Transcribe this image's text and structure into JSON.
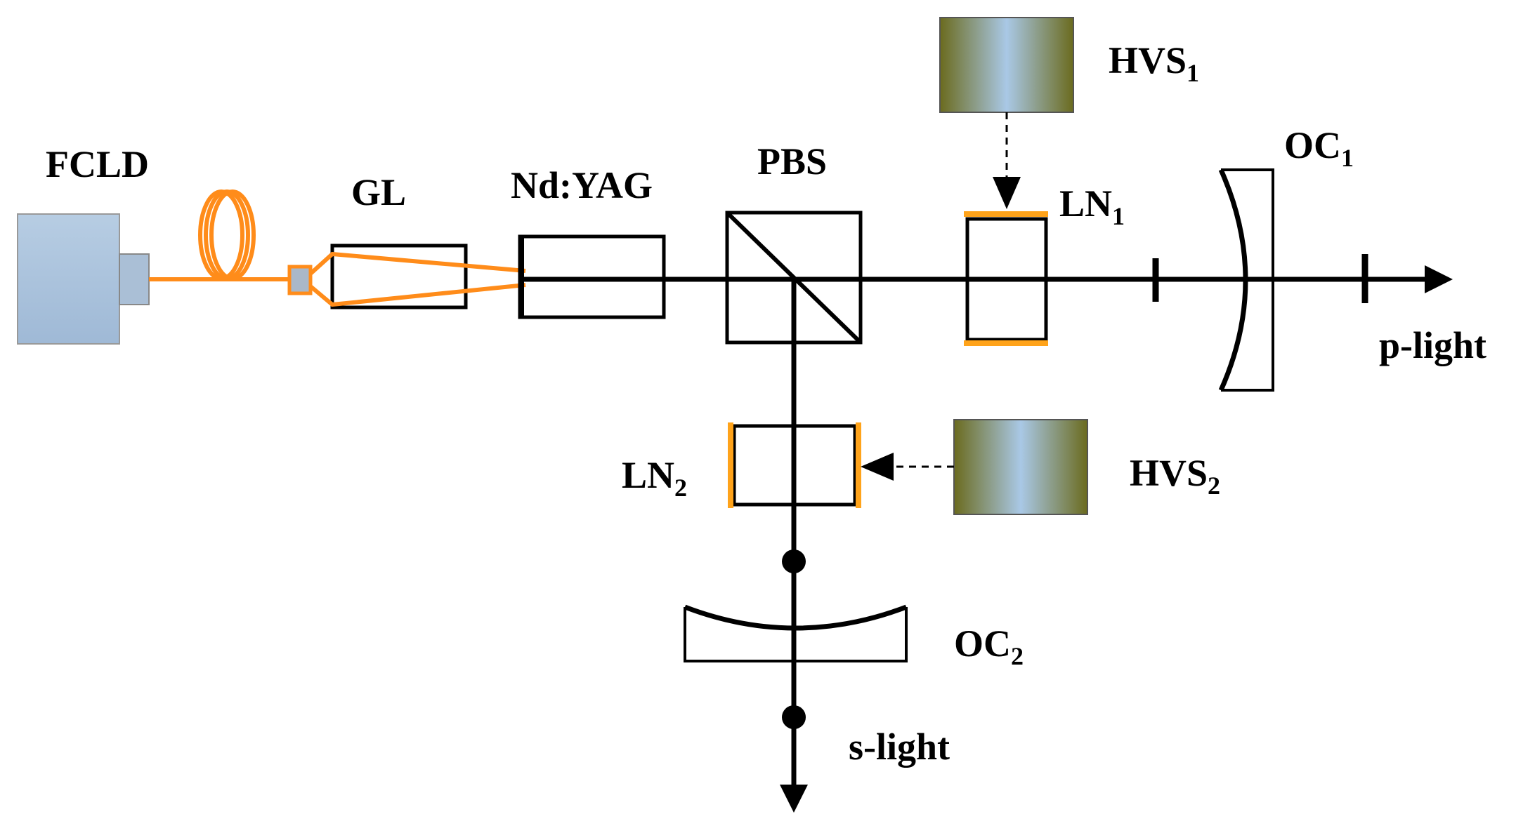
{
  "labels": {
    "fcld": "FCLD",
    "gl": "GL",
    "ndyag": "Nd:YAG",
    "pbs": "PBS",
    "hvs1_main": "HVS",
    "hvs1_sub": "1",
    "hvs2_main": "HVS",
    "hvs2_sub": "2",
    "ln1_main": "LN",
    "ln1_sub": "1",
    "ln2_main": "LN",
    "ln2_sub": "2",
    "oc1_main": "OC",
    "oc1_sub": "1",
    "oc2_main": "OC",
    "oc2_sub": "2",
    "p_light": "p-light",
    "s_light": "s-light"
  },
  "colors": {
    "fiber": "#ff8c1a",
    "coating": "#ffa31a",
    "diode_body": "#a9c3de",
    "hvs_gradient_edge": "#6b6b1e",
    "hvs_gradient_center": "#a9c8e6"
  },
  "icons": {
    "laser_diode": "fiber-coupled-laser-diode-icon",
    "hv_source": "high-voltage-source-icon",
    "dot_marker": "polarization-dot-icon",
    "tick_marker": "polarization-tick-icon"
  }
}
